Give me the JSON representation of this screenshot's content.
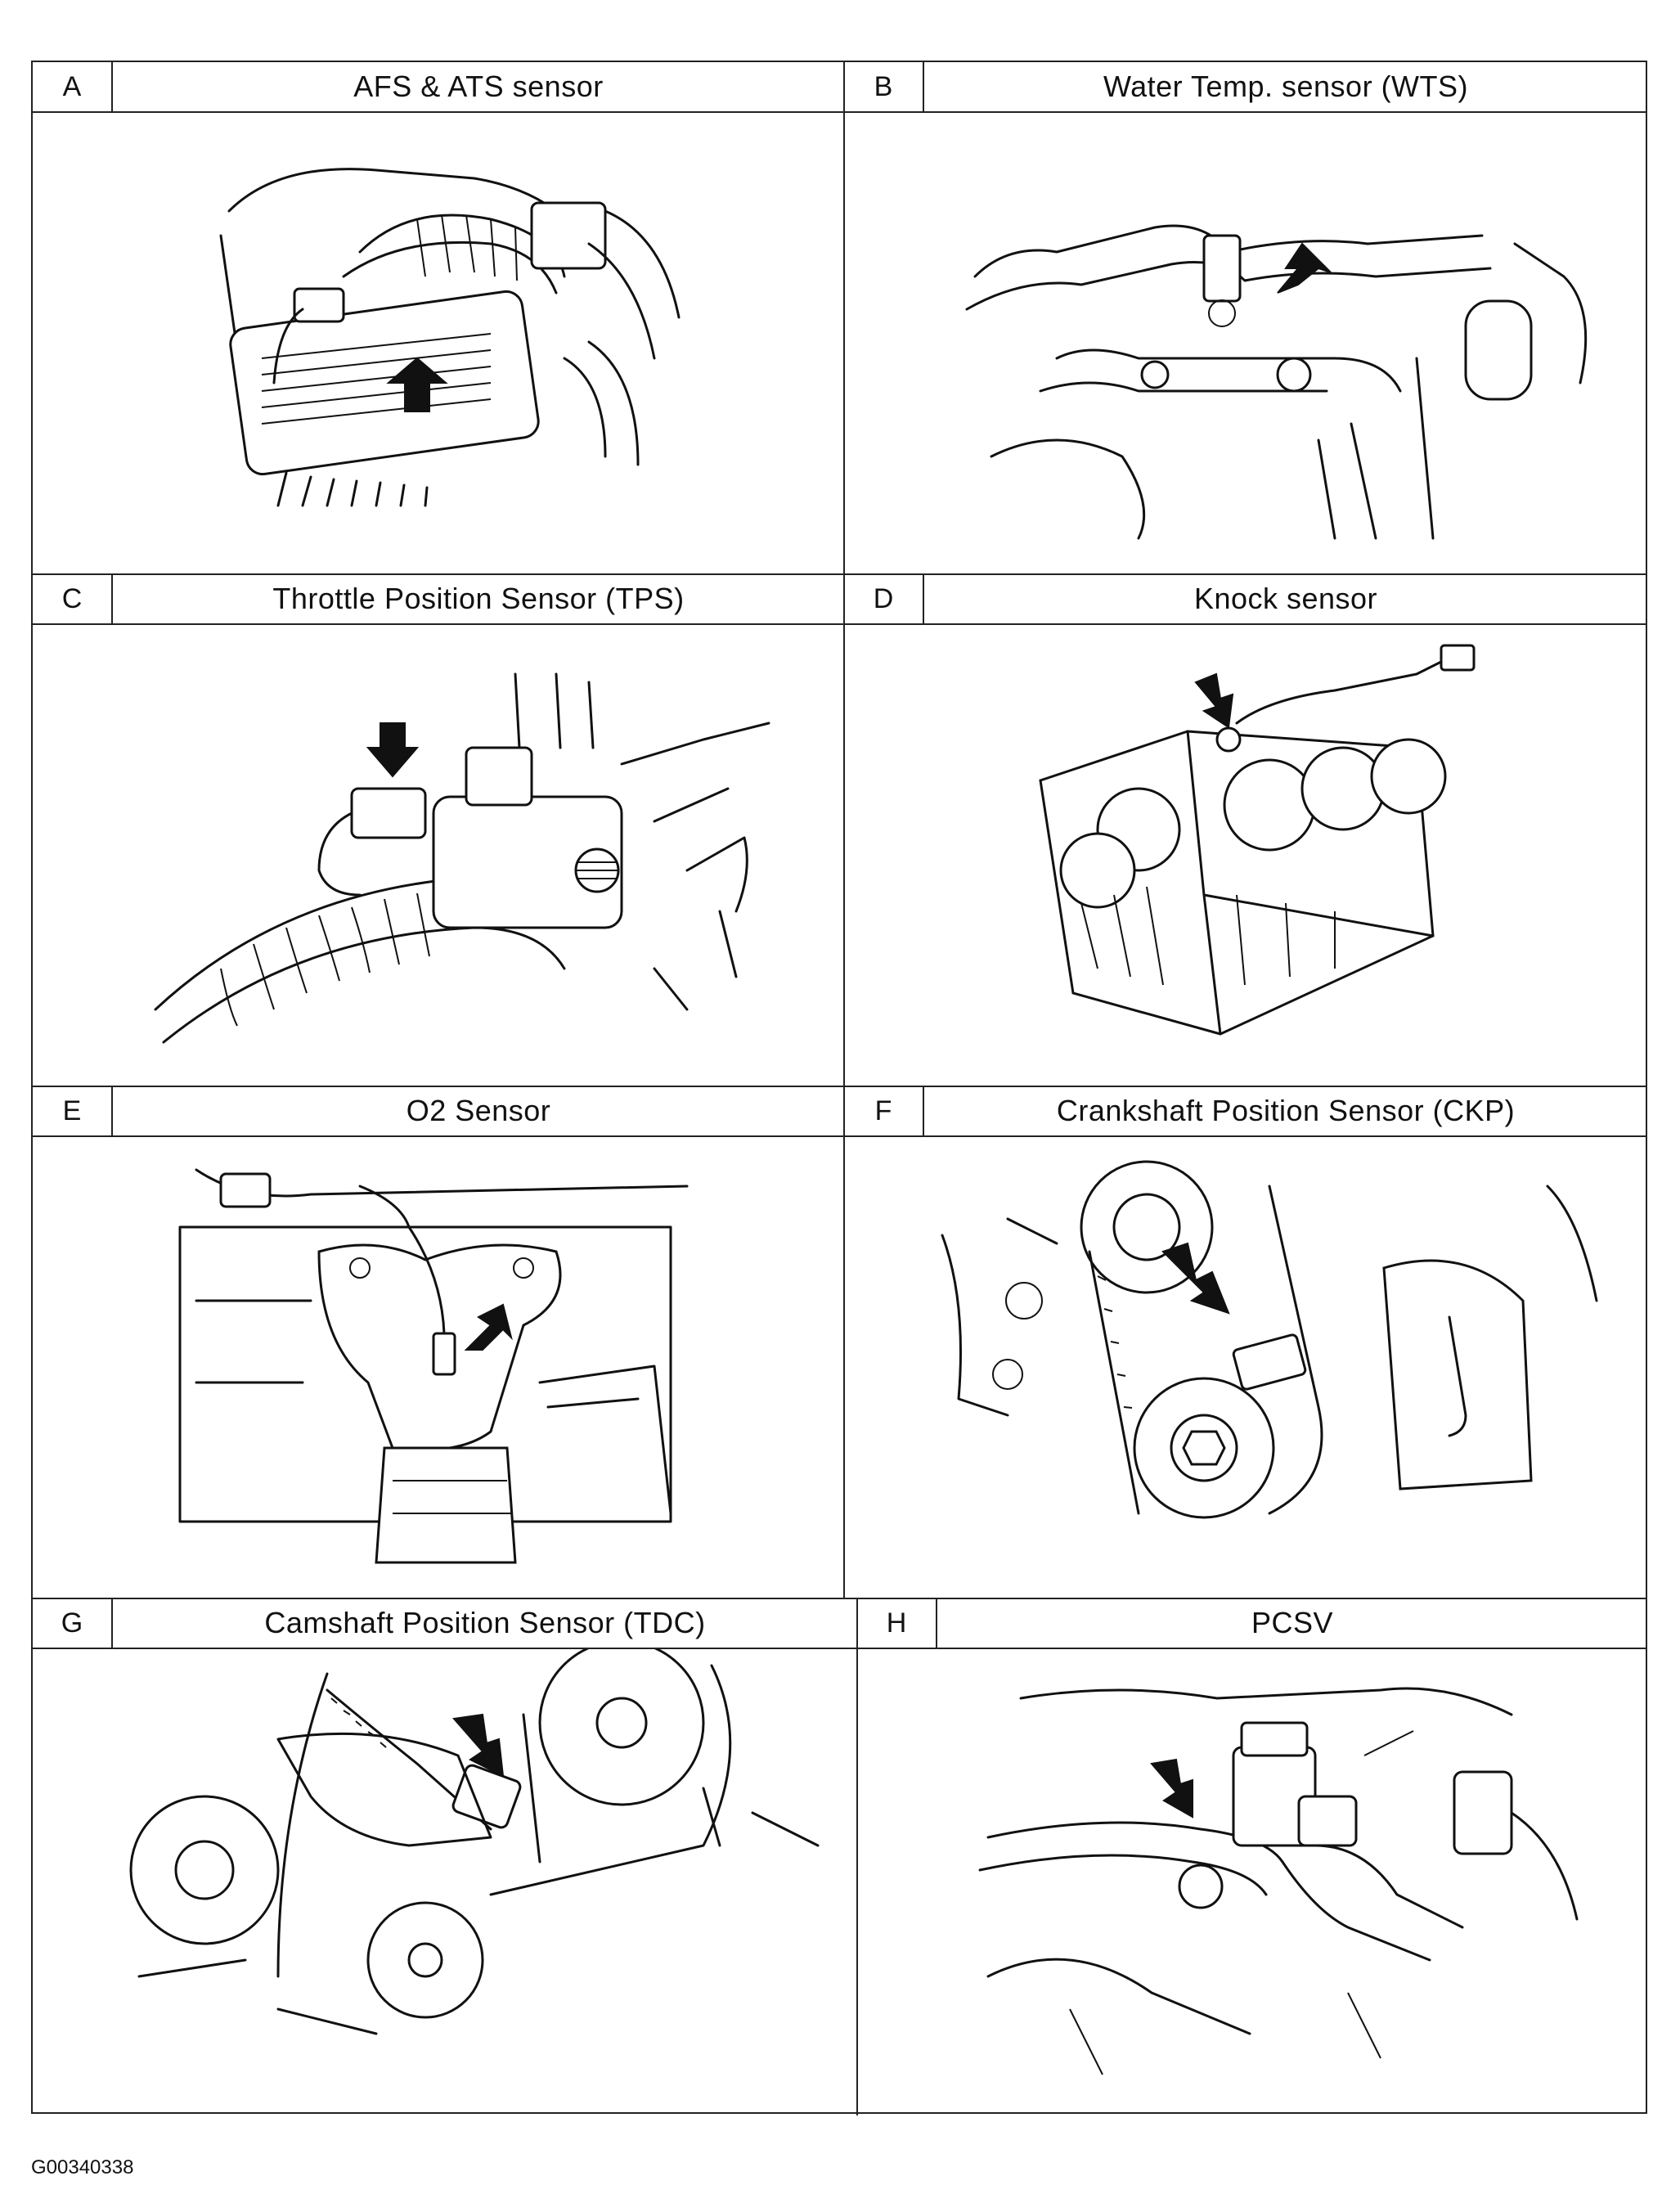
{
  "panels": [
    {
      "letter": "A",
      "title": "AFS & ATS sensor",
      "icon": "air-flow-duct-diagram"
    },
    {
      "letter": "B",
      "title": "Water Temp.  sensor (WTS)",
      "icon": "coolant-housing-diagram"
    },
    {
      "letter": "C",
      "title": "Throttle Position Sensor (TPS)",
      "icon": "throttle-body-diagram"
    },
    {
      "letter": "D",
      "title": "Knock sensor",
      "icon": "engine-block-diagram"
    },
    {
      "letter": "E",
      "title": "O2 Sensor",
      "icon": "exhaust-manifold-diagram"
    },
    {
      "letter": "F",
      "title": "Crankshaft Position Sensor (CKP)",
      "icon": "crank-pulley-diagram"
    },
    {
      "letter": "G",
      "title": "Camshaft Position Sensor (TDC)",
      "icon": "cam-sprocket-diagram"
    },
    {
      "letter": "H",
      "title": "PCSV",
      "icon": "purge-valve-diagram"
    }
  ],
  "footer": {
    "code": "G00340338"
  }
}
